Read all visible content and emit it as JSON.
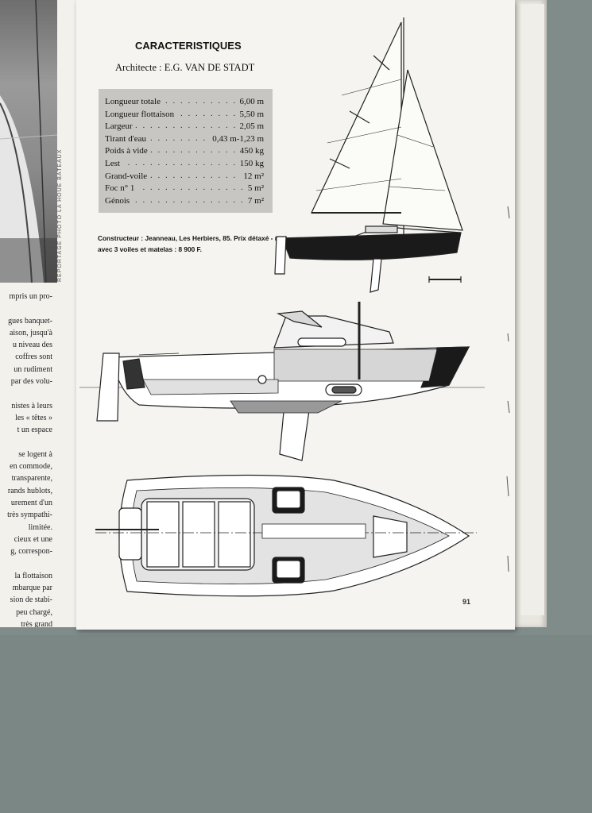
{
  "heading": "CARACTERISTIQUES",
  "architect": "Architecte : E.G. VAN DE STADT",
  "specs": [
    {
      "label": "Longueur totale",
      "value": "6,00 m"
    },
    {
      "label": "Longueur flottaison",
      "value": "5,50 m"
    },
    {
      "label": "Largeur",
      "value": "2,05 m"
    },
    {
      "label": "Tirant d'eau",
      "value": "0,43 m-1,23 m"
    },
    {
      "label": "Poids à vide",
      "value": "450 kg"
    },
    {
      "label": "Lest",
      "value": "150 kg"
    },
    {
      "label": "Grand-voile",
      "value": "12 m²"
    },
    {
      "label": "Foc n° 1",
      "value": "5 m²"
    },
    {
      "label": "Génois",
      "value": "7 m²"
    }
  ],
  "builder": "Constructeur : Jeanneau, Les Herbiers, 85. Prix détaxé - mer avec 3 voiles et matelas : 8 900 F.",
  "page_number": "91",
  "photo_credit": "REPORTAGE PHOTO LA HOUE BATEAUX",
  "left_column_lines": [
    "mpris un pro-",
    "",
    "gues banquet-",
    "aison, jusqu'à",
    "u niveau des",
    "coffres sont",
    "un rudiment",
    "par des volu-",
    "",
    "nistes à leurs",
    "les « têtes »",
    "t un espace",
    "",
    "se logent à",
    "en commode,",
    "transparente,",
    "rands hublots,",
    "urement d'un",
    "très sympathi-",
    "limitée.",
    "cieux et une",
    "g, correspon-",
    "",
    "la flottaison",
    "mbarque par",
    "sion de stabi-",
    "peu chargé,",
    "très grand"
  ]
}
